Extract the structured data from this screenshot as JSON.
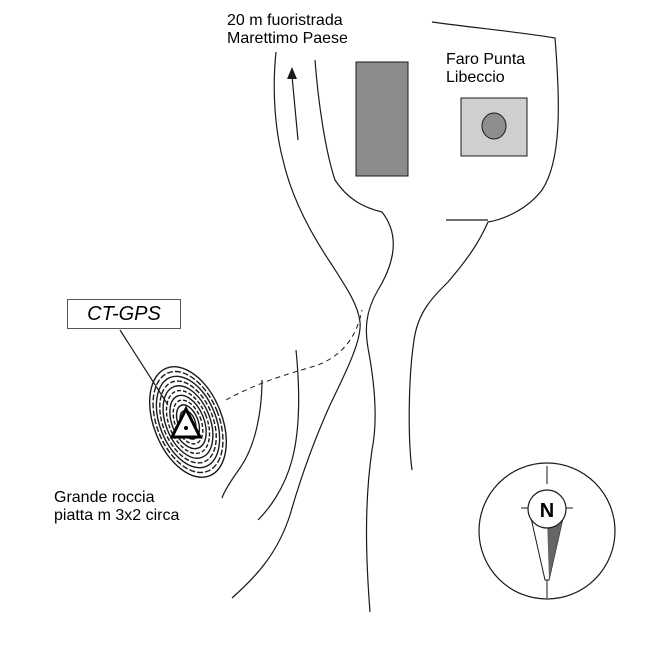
{
  "map": {
    "labels": {
      "road_line1": "20 m fuoristrada",
      "road_line2": "Marettimo Paese",
      "lighthouse_line1": "Faro Punta",
      "lighthouse_line2": "Libeccio",
      "rock_line1": "Grande roccia",
      "rock_line2": "piatta m 3x2 circa",
      "station": "CT-GPS",
      "compass_north": "N"
    },
    "colors": {
      "building_dark": "#8c8c8c",
      "lighthouse_fill": "#cfcfcf",
      "lighthouse_core": "#8e8e8e",
      "line": "#1a1a1a"
    },
    "icons": [
      "arrow-icon",
      "triangle-marker-icon",
      "compass-icon"
    ]
  }
}
